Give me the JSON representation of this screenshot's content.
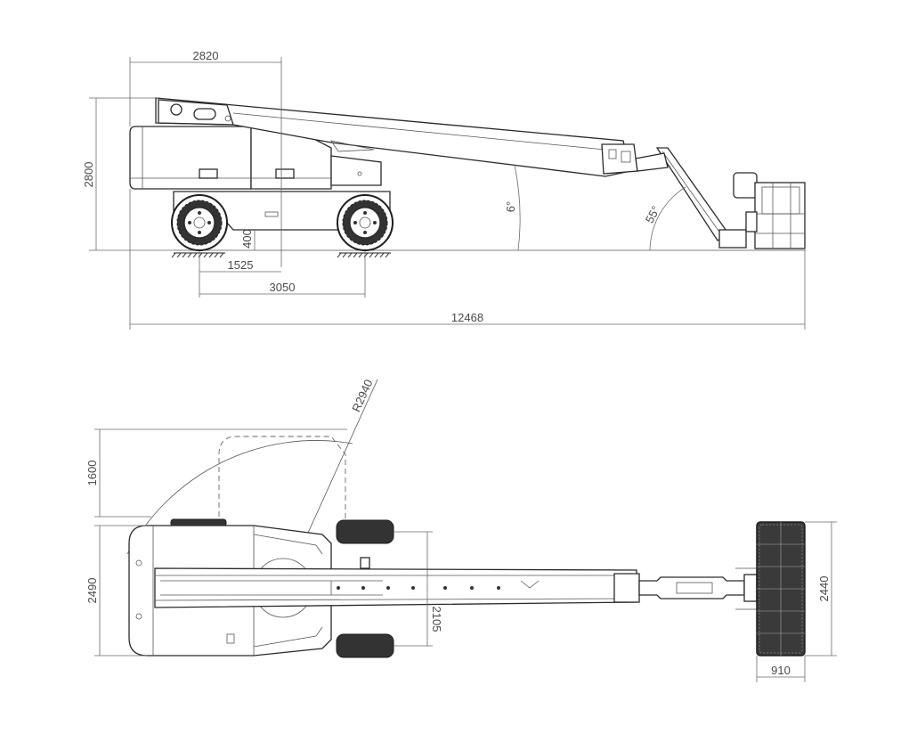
{
  "dimensions": {
    "side_width_2820": "2820",
    "side_height_2800": "2800",
    "wheel_clearance_400": "400",
    "half_wheelbase_1525": "1525",
    "wheelbase_3050": "3050",
    "total_length_12468": "12468",
    "boom_angle_6": "6°",
    "jib_angle_55": "55°",
    "swing_radius_R2940": "R2940",
    "tail_swing_1600": "1600",
    "chassis_width_2490": "2490",
    "track_2105": "2105",
    "platform_width_2440": "2440",
    "platform_depth_910": "910"
  },
  "colors": {
    "line": "#2a2a2a",
    "dimension": "#6a6a6a",
    "background": "#ffffff"
  },
  "icons": {
    "wheel": "wheel-icon",
    "platform": "platform-basket-icon"
  }
}
